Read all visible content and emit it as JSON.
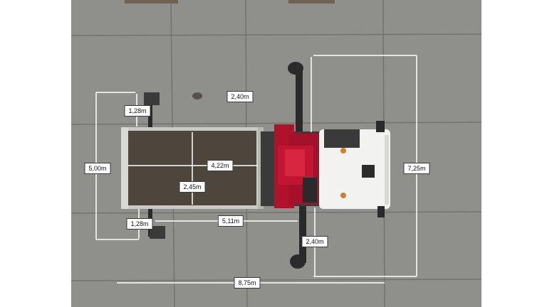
{
  "colors": {
    "ground": "#8f8f8c",
    "slab_joint": "#6f6f6c",
    "bed_floor": "#4e463c",
    "bed_frame": "#c9c9c6",
    "crane": "#b0122a",
    "cab": "#f2f2f0",
    "dimension_line": "#ffffff",
    "label_bg": "#ffffff",
    "label_text": "#111111"
  },
  "dimensions": {
    "outrigger_top_front": "2,40m",
    "outrigger_top_rear": "1,28m",
    "overall_width": "5,00m",
    "bed_length": "4,22m",
    "bed_width": "2,45m",
    "outrigger_bottom_rear": "1,28m",
    "rear_to_crane": "5,11m",
    "outrigger_bottom_front": "2,40m",
    "span_front": "7,25m",
    "overall_length": "8,75m"
  }
}
